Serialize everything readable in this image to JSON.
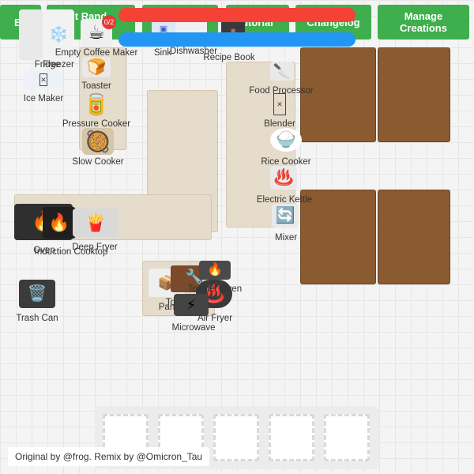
{
  "header": {
    "buttons": [
      {
        "label": "Ea"
      },
      {
        "label": "t Rand\nIt"
      },
      {
        "label": ""
      },
      {
        "label": "utorial"
      },
      {
        "label": "Changelog"
      },
      {
        "label": "Manage\nCreations"
      }
    ],
    "bar_colors": {
      "red": "#f44336",
      "blue": "#2196f3"
    }
  },
  "appliances": {
    "fridge": {
      "label": "Fridge",
      "icon": "fridge-icon"
    },
    "freezer": {
      "label": "Freezer",
      "icon": "❄️"
    },
    "coffee_maker": {
      "label": "Empty Coffee Maker",
      "icon": "☕",
      "badge": "0/2"
    },
    "sink": {
      "label": "Sink",
      "icon": "sink-icon"
    },
    "dishwasher": {
      "label": "Dishwasher",
      "icon": "dishwasher-icon"
    },
    "recipe_book": {
      "label": "Recipe Book",
      "icon": "book-icon"
    },
    "ice_maker": {
      "label": "Ice Maker",
      "icon": "ice-maker-icon"
    },
    "toaster": {
      "label": "Toaster",
      "icon": "🍞"
    },
    "pressure_cooker": {
      "label": "Pressure Cooker",
      "icon": "🥫"
    },
    "slow_cooker": {
      "label": "Slow Cooker",
      "icon": "🥘"
    },
    "food_processor": {
      "label": "Food Processor",
      "icon": "🔪"
    },
    "blender": {
      "label": "Blender",
      "icon": "blender-icon"
    },
    "rice_cooker": {
      "label": "Rice Cooker",
      "icon": "🍚"
    },
    "electric_kettle": {
      "label": "Electric Kettle",
      "icon": "♨️"
    },
    "mixer": {
      "label": "Mixer",
      "icon": "🔄"
    },
    "oven": {
      "label": "Oven",
      "icon": "🔥"
    },
    "induction_cooktop": {
      "label": "Induction Cooktop",
      "icon": "🔥"
    },
    "deep_fryer": {
      "label": "Deep Fryer",
      "icon": "🍟"
    },
    "trash_can": {
      "label": "Trash Can",
      "icon": "🗑️"
    },
    "toaster_oven": {
      "label": "Toaster Oven",
      "icon": "🔥"
    },
    "toaster_oven_partial": {
      "label": "To",
      "icon": ""
    },
    "pantry_partial": {
      "label": "Pan",
      "icon": "📦"
    },
    "air_fryer": {
      "label": "Air Fryer",
      "icon": "♨️"
    },
    "microwave": {
      "label": "Microwave",
      "icon": "⚡"
    },
    "wrench": {
      "icon": "🔧"
    }
  },
  "inventory": {
    "slots": 5
  },
  "credits": {
    "text": "Original by @frog. Remix by @Omicron_Tau"
  }
}
